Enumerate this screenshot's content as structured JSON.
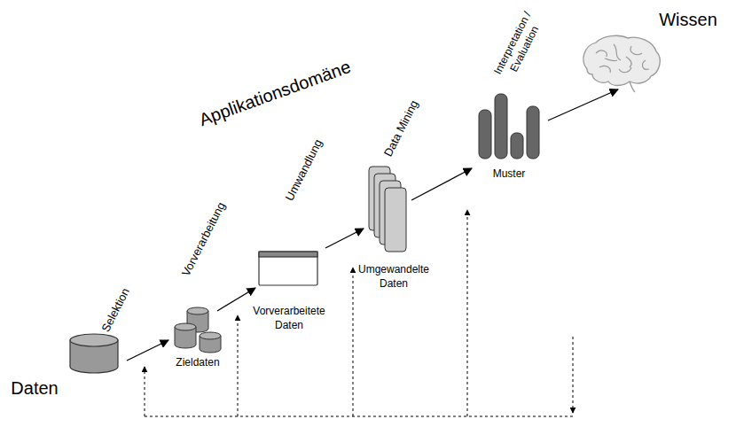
{
  "diagram": {
    "nodes": [
      {
        "text": [
          "Daten"
        ]
      },
      {
        "text": [
          "Zieldaten"
        ]
      },
      {
        "text": [
          "Vorverarbeitete Daten"
        ]
      },
      {
        "text": [
          "Umgewandelte Daten"
        ]
      },
      {
        "text": [
          "Muster"
        ]
      },
      {
        "text": [
          "Wissen"
        ]
      }
    ],
    "edges": [
      {
        "from": 0,
        "to": 1,
        "label": "Selektion",
        "arrow": "to"
      },
      {
        "from": 1,
        "to": 2,
        "label": "Vorverarbeitung",
        "arrow": "to"
      },
      {
        "from": 2,
        "to": 3,
        "label": "Umwandlung",
        "arrow": "to"
      },
      {
        "from": 3,
        "to": 4,
        "label": "Data Mining",
        "arrow": "to"
      },
      {
        "from": 4,
        "to": 5,
        "label": "Interpretation / Evaluation",
        "arrow": "to"
      }
    ],
    "labels": [
      "Applikationsdomäne"
    ]
  }
}
